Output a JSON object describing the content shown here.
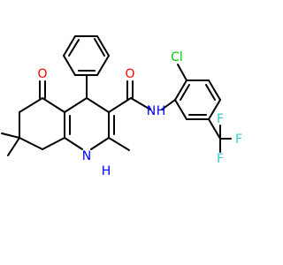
{
  "colors": {
    "background": "#ffffff",
    "bond": "#000000",
    "oxygen": "#ff0000",
    "nitrogen": "#0000ff",
    "chlorine": "#00cc00",
    "fluorine": "#33cccc",
    "carbon": "#000000"
  },
  "atom_labels": {
    "oxygen": "O",
    "amide_nh": "N",
    "amide_h": "H",
    "ring_nh_h": "H",
    "ring_nh_n": "N",
    "chlorine": "Cl",
    "fluorine_top": "F",
    "fluorine_right": "F",
    "fluorine_bottom": "F"
  }
}
